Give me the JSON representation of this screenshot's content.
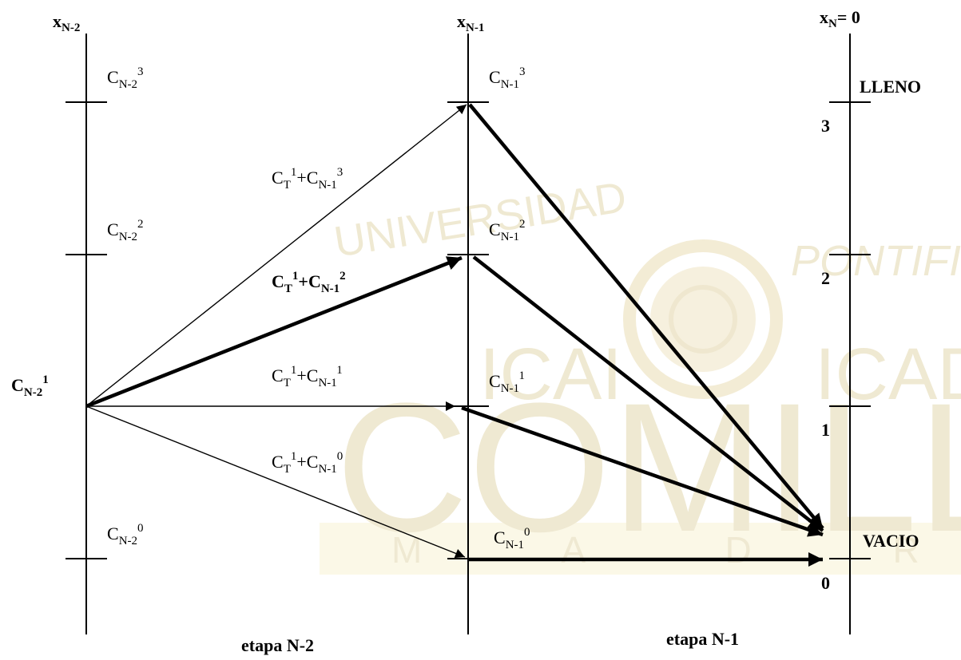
{
  "watermark": {
    "line1": "UNIVERSIDAD",
    "line1b": "PONTIFICIA",
    "icai": "ICAI",
    "icade": "ICADE",
    "comillas": "COMILLAS",
    "madrid": "M A D R I D",
    "colors": {
      "text": "#efe9d2",
      "band": "#fbf8e7",
      "seal": "#f1ead0"
    }
  },
  "axes": {
    "left": {
      "var": "x",
      "sub": "N-2"
    },
    "mid": {
      "var": "x",
      "sub": "N-1"
    },
    "right": {
      "var": "x",
      "sub": "N",
      "suffix": "= 0"
    }
  },
  "left_labels": {
    "c3": {
      "base": "C",
      "sub": "N-2",
      "sup": "3"
    },
    "c2": {
      "base": "C",
      "sub": "N-2",
      "sup": "2"
    },
    "c1": {
      "base": "C",
      "sub": "N-2",
      "sup": "1"
    },
    "c0": {
      "base": "C",
      "sub": "N-2",
      "sup": "0"
    }
  },
  "mid_labels": {
    "c3": {
      "base": "C",
      "sub": "N-1",
      "sup": "3"
    },
    "c2": {
      "base": "C",
      "sub": "N-1",
      "sup": "2"
    },
    "c1": {
      "base": "C",
      "sub": "N-1",
      "sup": "1"
    },
    "c0": {
      "base": "C",
      "sub": "N-1",
      "sup": "0"
    }
  },
  "right_levels": {
    "l3": "3",
    "l2": "2",
    "l1": "1",
    "l0": "0"
  },
  "right_tags": {
    "full": "LLENO",
    "empty": "VACIO"
  },
  "edge_labels": {
    "e3": {
      "a": "C",
      "asub": "T",
      "asup": "1",
      "plus": "+",
      "b": "C",
      "bsub": "N-1",
      "bsup": "3"
    },
    "e2": {
      "a": "C",
      "asub": "T",
      "asup": "1",
      "plus": "+",
      "b": "C",
      "bsub": "N-1",
      "bsup": "2"
    },
    "e1": {
      "a": "C",
      "asub": "T",
      "asup": "1",
      "plus": "+",
      "b": "C",
      "bsub": "N-1",
      "bsup": "1"
    },
    "e0": {
      "a": "C",
      "asub": "T",
      "asup": "1",
      "plus": "+",
      "b": "C",
      "bsub": "N-1",
      "bsup": "0"
    }
  },
  "stages": {
    "left": "etapa N-2",
    "right": "etapa N-1"
  }
}
